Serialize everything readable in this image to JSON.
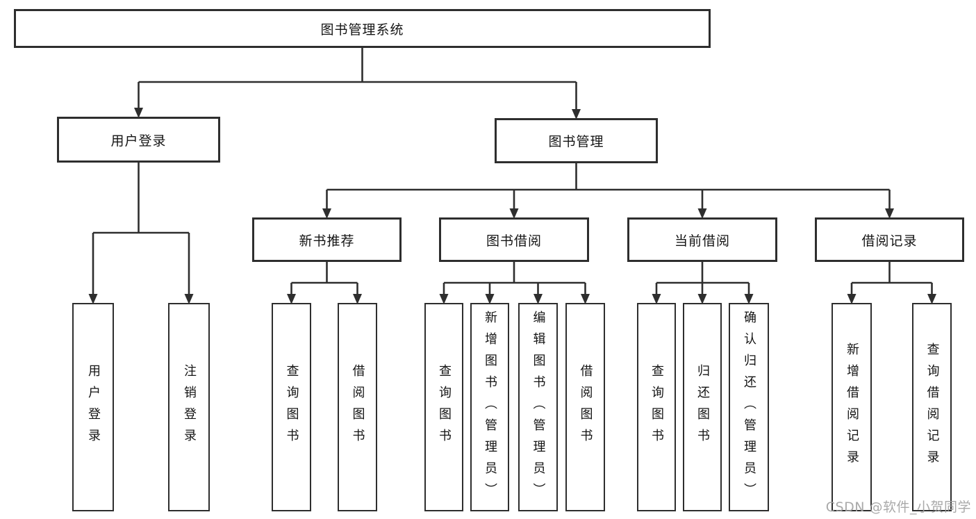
{
  "diagram": {
    "nodes": [
      {
        "id": "root",
        "label": "图书管理系统",
        "parent": null,
        "vertical": false
      },
      {
        "id": "user-login",
        "label": "用户登录",
        "parent": "root",
        "vertical": false
      },
      {
        "id": "book-mgmt",
        "label": "图书管理",
        "parent": "root",
        "vertical": false
      },
      {
        "id": "new-book-rec",
        "label": "新书推荐",
        "parent": "book-mgmt",
        "vertical": false
      },
      {
        "id": "book-borrow",
        "label": "图书借阅",
        "parent": "book-mgmt",
        "vertical": false
      },
      {
        "id": "current-borrow",
        "label": "当前借阅",
        "parent": "book-mgmt",
        "vertical": false
      },
      {
        "id": "borrow-records",
        "label": "借阅记录",
        "parent": "book-mgmt",
        "vertical": false
      },
      {
        "id": "leaf-user-login",
        "label": "用户登录",
        "parent": "user-login",
        "vertical": true
      },
      {
        "id": "leaf-logout",
        "label": "注销登录",
        "parent": "user-login",
        "vertical": true
      },
      {
        "id": "leaf-rec-query",
        "label": "查询图书",
        "parent": "new-book-rec",
        "vertical": true
      },
      {
        "id": "leaf-rec-borrow",
        "label": "借阅图书",
        "parent": "new-book-rec",
        "vertical": true
      },
      {
        "id": "leaf-bb-query",
        "label": "查询图书",
        "parent": "book-borrow",
        "vertical": true
      },
      {
        "id": "leaf-bb-add",
        "label": "新增图书（管理员）",
        "parent": "book-borrow",
        "vertical": true
      },
      {
        "id": "leaf-bb-edit",
        "label": "编辑图书（管理员）",
        "parent": "book-borrow",
        "vertical": true
      },
      {
        "id": "leaf-bb-borrow",
        "label": "借阅图书",
        "parent": "book-borrow",
        "vertical": true
      },
      {
        "id": "leaf-cur-query",
        "label": "查询图书",
        "parent": "current-borrow",
        "vertical": true
      },
      {
        "id": "leaf-cur-return",
        "label": "归还图书",
        "parent": "current-borrow",
        "vertical": true
      },
      {
        "id": "leaf-cur-confirm",
        "label": "确认归还（管理员）",
        "parent": "current-borrow",
        "vertical": true
      },
      {
        "id": "leaf-rc-add",
        "label": "新增借阅记录",
        "parent": "borrow-records",
        "vertical": true
      },
      {
        "id": "leaf-rc-query",
        "label": "查询借阅记录",
        "parent": "borrow-records",
        "vertical": true
      }
    ]
  },
  "watermark": {
    "text": "CSDN @软件_小贺同学"
  },
  "colors": {
    "line": "#2e2e2e",
    "box_border": "#2e2e2e",
    "text": "#141414",
    "background": "#ffffff",
    "watermark": "#a2a2a2"
  }
}
